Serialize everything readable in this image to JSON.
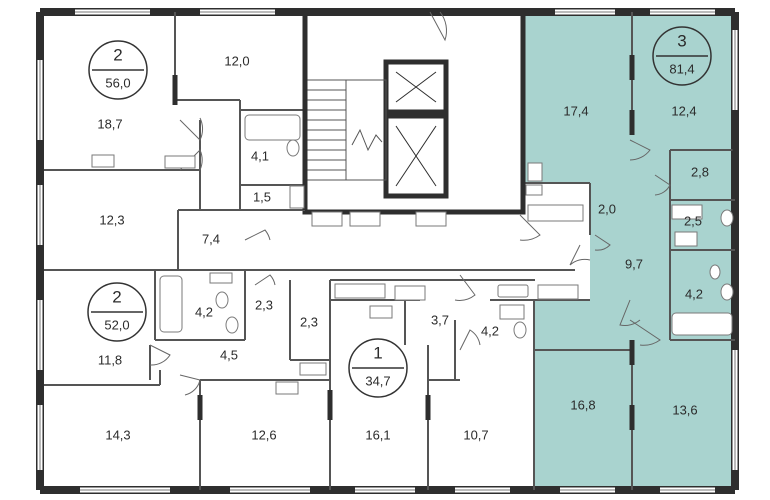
{
  "colors": {
    "wall": "#2e2e2e",
    "thin": "#555555",
    "highlight": "#a9d3cf",
    "fixture": "#7a7a7a"
  },
  "apartments": [
    {
      "id": "apt-2a",
      "rooms": "2",
      "area": "56,0"
    },
    {
      "id": "apt-2b",
      "rooms": "2",
      "area": "52,0"
    },
    {
      "id": "apt-1",
      "rooms": "1",
      "area": "34,7"
    },
    {
      "id": "apt-3",
      "rooms": "3",
      "area": "81,4"
    }
  ],
  "room_areas": [
    "12,0",
    "18,7",
    "4,1",
    "1,5",
    "12,3",
    "7,4",
    "4,2",
    "2,3",
    "2,3",
    "11,8",
    "4,5",
    "14,3",
    "12,6",
    "3,7",
    "4,2",
    "16,1",
    "10,7",
    "17,4",
    "12,4",
    "2,8",
    "2,0",
    "2,5",
    "9,7",
    "4,2",
    "16,8",
    "13,6"
  ]
}
